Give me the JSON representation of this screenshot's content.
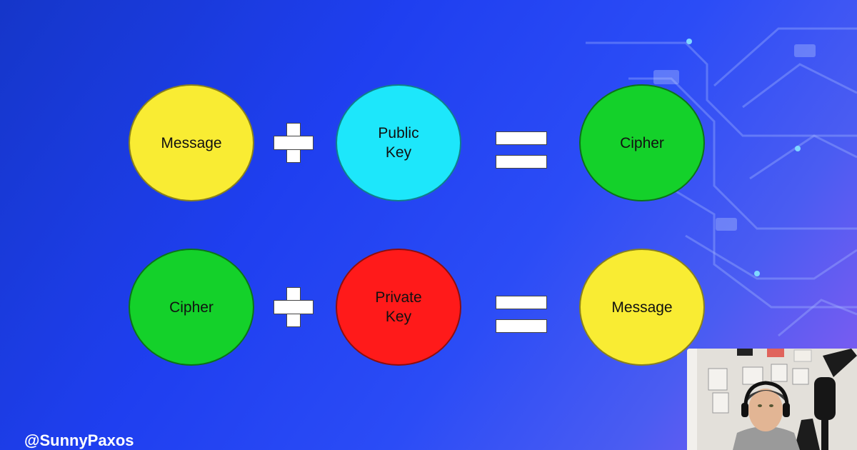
{
  "rows": [
    {
      "left": {
        "label": "Message",
        "color": "#f9ec33"
      },
      "middle": {
        "label": "Public\nKey",
        "color": "#1de7fb"
      },
      "result": {
        "label": "Cipher",
        "color": "#14d12a"
      }
    },
    {
      "left": {
        "label": "Cipher",
        "color": "#14d12a"
      },
      "middle": {
        "label": "Private\nKey",
        "color": "#ff1a1a"
      },
      "result": {
        "label": "Message",
        "color": "#f9ec33"
      }
    }
  ],
  "operators": {
    "add": "plus-icon",
    "equals": "equals-icon"
  },
  "watermark": {
    "handle": "@SunnyPaxos"
  },
  "background": {
    "gradient_start": "#1536c9",
    "gradient_end": "#8b5cf0"
  }
}
